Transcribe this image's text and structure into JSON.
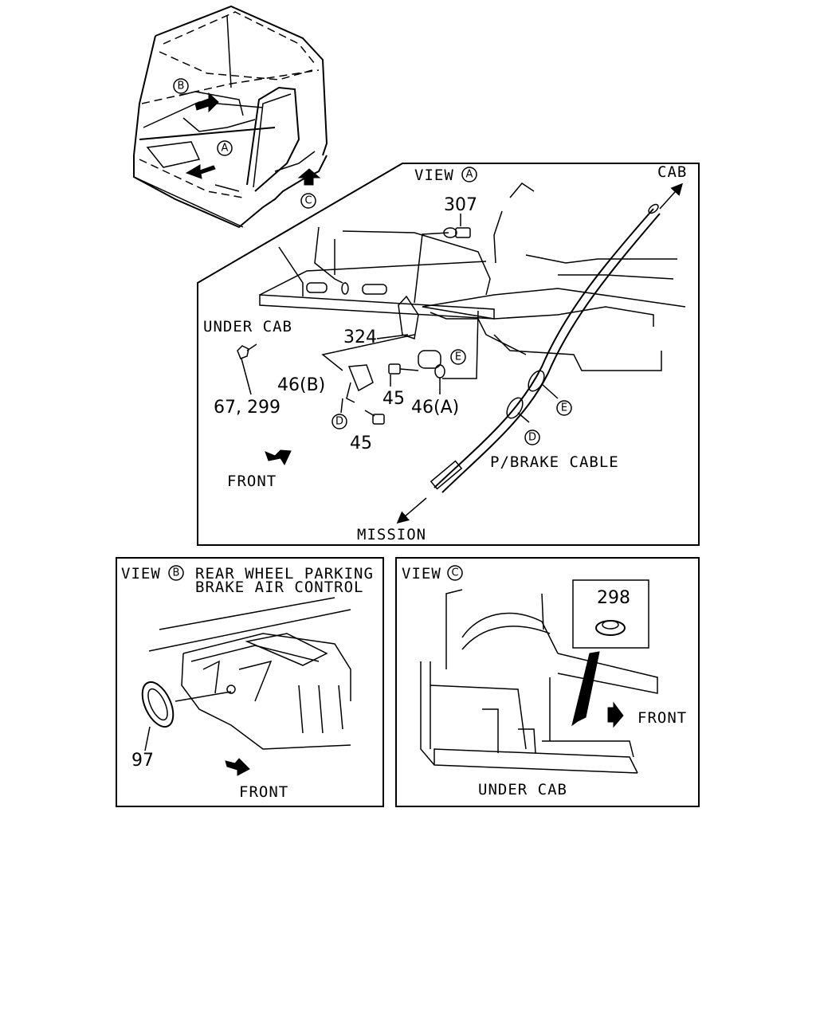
{
  "view_a": {
    "title_word": "VIEW",
    "title_mark": "A",
    "cab": "CAB",
    "under_cab": "UNDER CAB",
    "front": "FRONT",
    "mission": "MISSION",
    "cable": "P/BRAKE CABLE",
    "parts": {
      "p307": "307",
      "p324": "324",
      "p46b": "46(B)",
      "p45a": "45",
      "p46a": "46(A)",
      "p45b": "45",
      "p67": "67, 299"
    },
    "marks": {
      "e1": "E",
      "e2": "E",
      "d1": "D",
      "d2": "D"
    }
  },
  "cab_overview": {
    "mark_a": "A",
    "mark_b": "B",
    "mark_c": "C"
  },
  "view_b": {
    "title_word": "VIEW",
    "title_mark": "B",
    "title_line1": "REAR WHEEL PARKING",
    "title_line2": "BRAKE AIR CONTROL",
    "part": "97",
    "front": "FRONT"
  },
  "view_c": {
    "title_word": "VIEW",
    "title_mark": "C",
    "part": "298",
    "front": "FRONT",
    "under_cab": "UNDER CAB"
  }
}
